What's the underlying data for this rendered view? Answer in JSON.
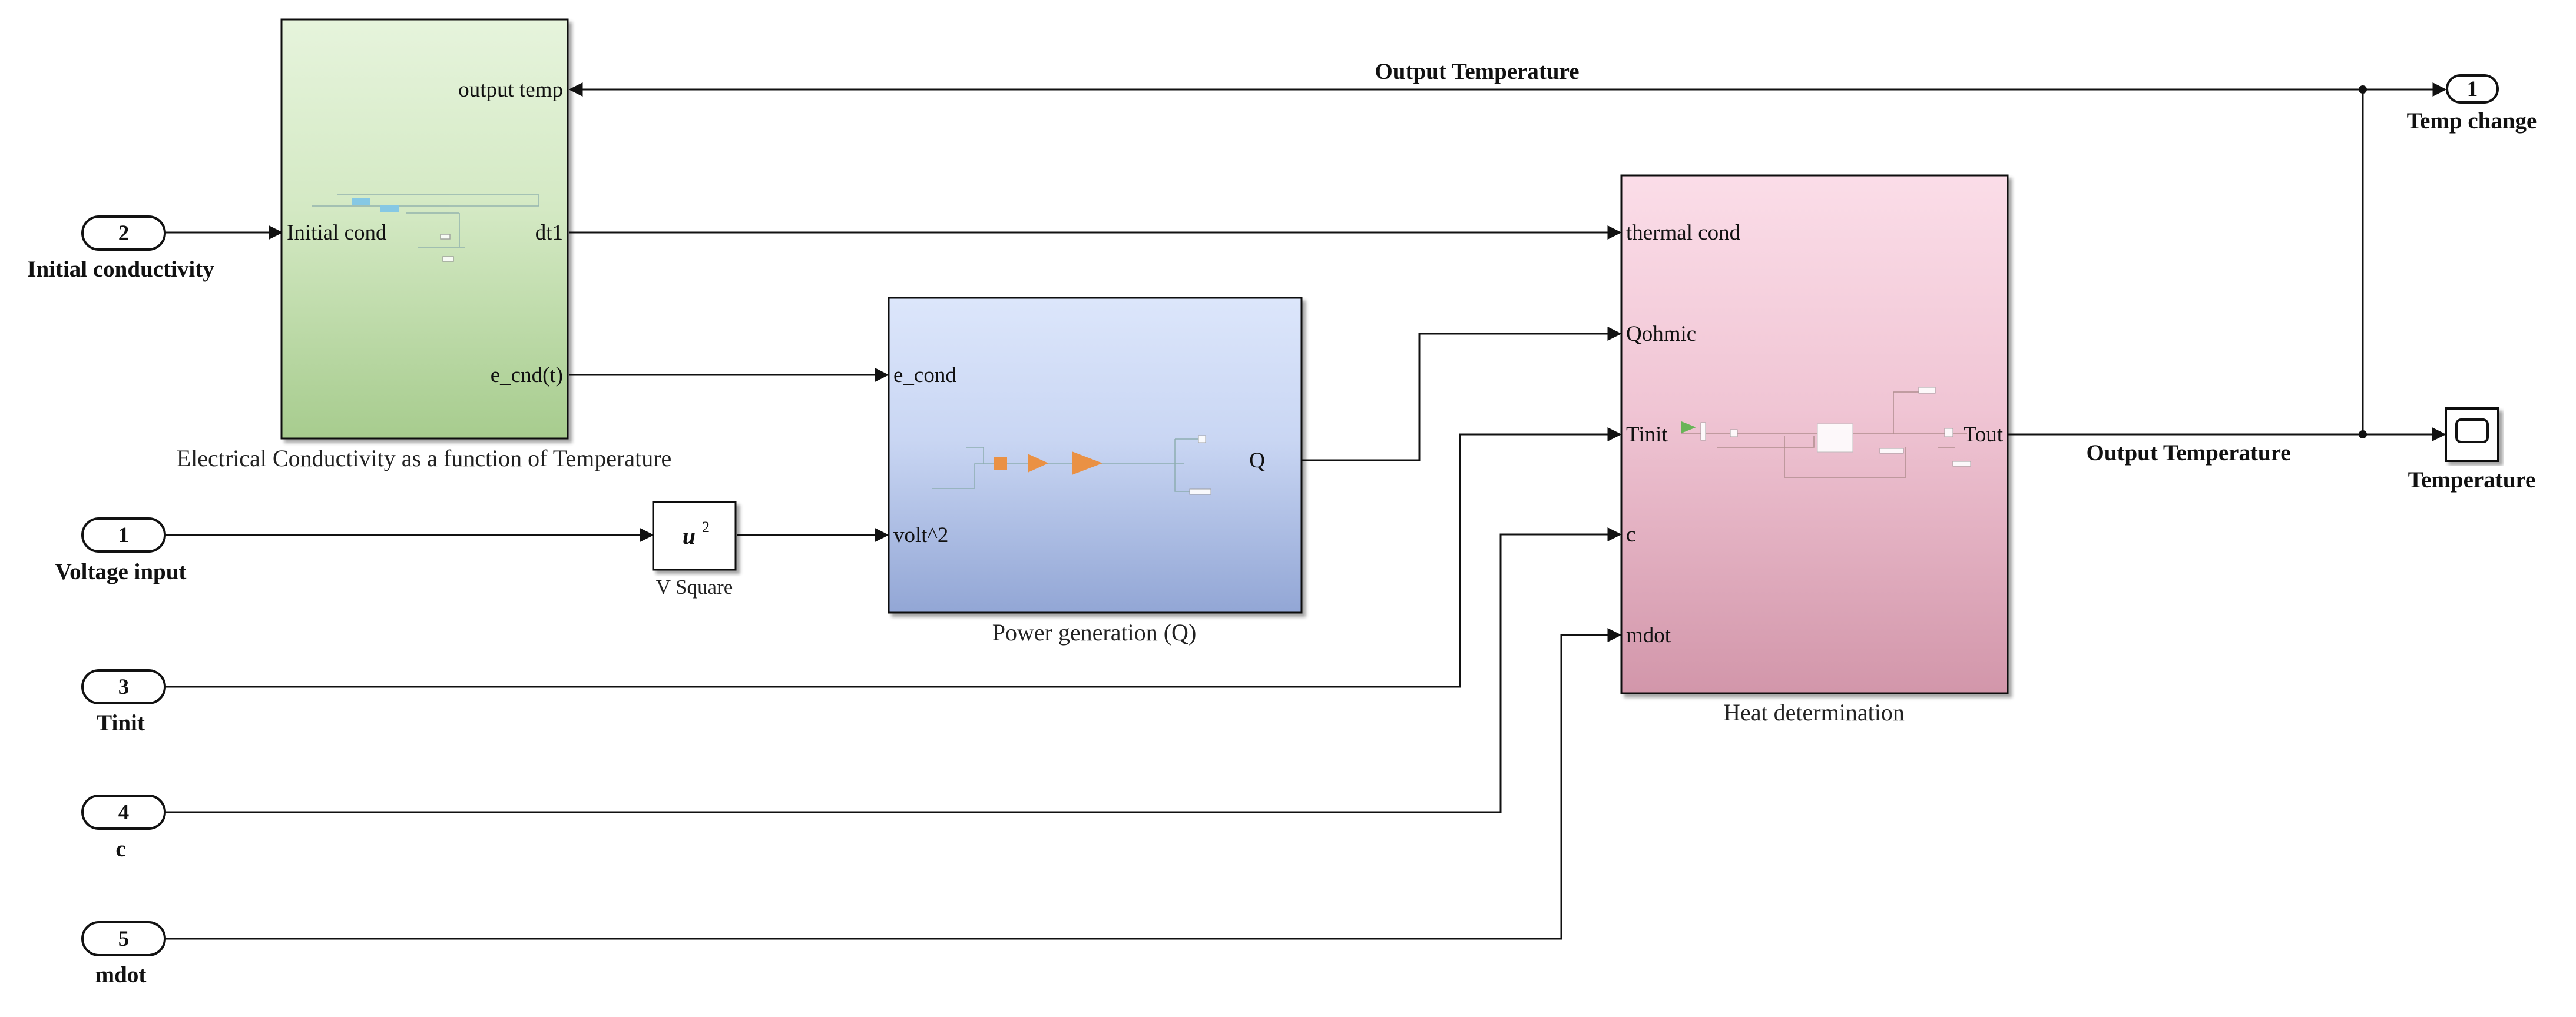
{
  "colors": {
    "subsystem_green_top": "#e6f4dc",
    "subsystem_green_bottom": "#a7cc8e",
    "subsystem_blue_top": "#dce6fb",
    "subsystem_blue_bottom": "#92a6d5",
    "subsystem_pink_top": "#fbdde8",
    "subsystem_pink_bottom": "#d296aa",
    "signal_line": "#111111"
  },
  "inports": [
    {
      "number": "2",
      "name": "Initial conductivity"
    },
    {
      "number": "1",
      "name": "Voltage input"
    },
    {
      "number": "3",
      "name": "Tinit"
    },
    {
      "number": "4",
      "name": "c"
    },
    {
      "number": "5",
      "name": "mdot"
    }
  ],
  "outports": [
    {
      "number": "1",
      "name": "Temp change"
    }
  ],
  "scope": {
    "name": "Temperature",
    "icon": "scope-icon"
  },
  "conductivity_block": {
    "title": "Electrical Conductivity as a function of Temperature",
    "inputs": [
      "output temp",
      "Initial cond"
    ],
    "outputs": [
      "dt1",
      "e_cnd(t)"
    ]
  },
  "square_block": {
    "title": "V Square",
    "symbol": "u",
    "exponent": "2"
  },
  "power_block": {
    "title": "Power generation (Q)",
    "inputs": [
      "e_cond",
      "volt^2"
    ],
    "outputs": [
      "Q"
    ]
  },
  "heat_block": {
    "title": "Heat determination",
    "inputs": [
      "thermal cond",
      "Qohmic",
      "Tinit",
      "c",
      "mdot"
    ],
    "outputs": [
      "Tout"
    ]
  },
  "signal_labels": {
    "feedback": "Output Temperature",
    "output": "Output Temperature"
  }
}
